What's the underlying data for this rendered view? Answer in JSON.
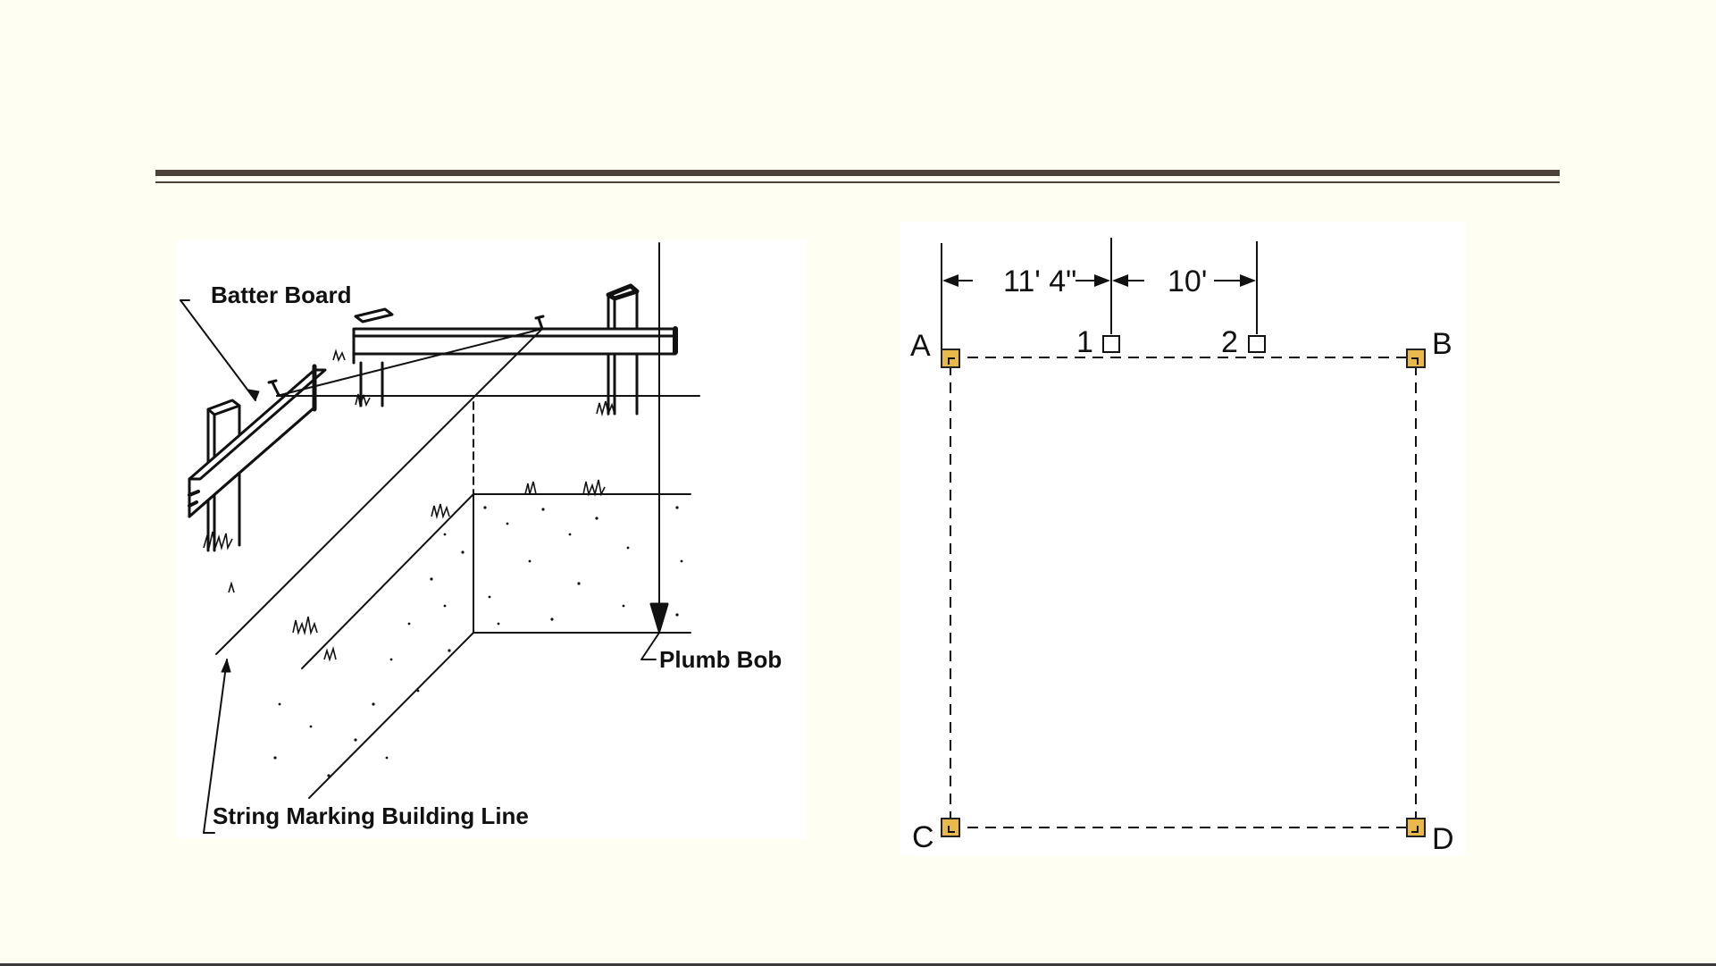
{
  "batter_board_figure": {
    "label_batter_board": "Batter Board",
    "label_plumb_bob": "Plumb Bob",
    "label_string_line": "String Marking Building Line"
  },
  "layout_figure": {
    "dimension_a_to_1": "11' 4\"",
    "dimension_1_to_2": "10'",
    "corner_a": "A",
    "corner_b": "B",
    "corner_c": "C",
    "corner_d": "D",
    "marker_1": "1",
    "marker_2": "2",
    "corner_stake_color": "#e8b84a"
  }
}
